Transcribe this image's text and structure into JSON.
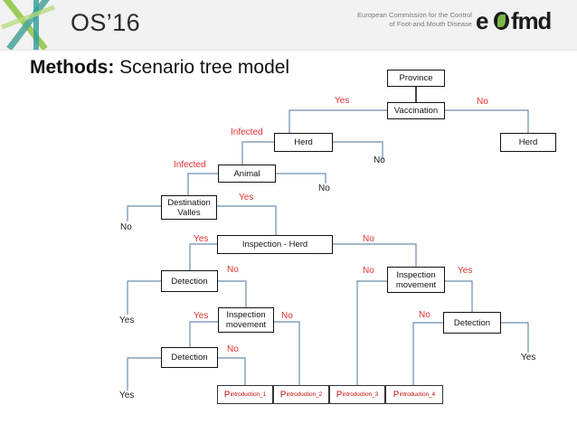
{
  "header": {
    "logo_mark_name": "os16-ribbon-logo",
    "conference_title": "OS’16",
    "org_line1": "European Commission for the Control",
    "org_line2": "of Foot-and.Mouth Disease",
    "brand_e": "e",
    "brand_fmd": "fmd",
    "brand_full": "eofmd",
    "band_color": "#f2f2f2",
    "leaf_color": "#7ab648"
  },
  "slide": {
    "title_bold": "Methods:",
    "title_rest": " Scenario tree model"
  },
  "diagram": {
    "line_color": "#6b8cae",
    "label_red": "#e03030",
    "label_dark": "#1a1a1a",
    "nodes": [
      {
        "id": "province",
        "label": "Province"
      },
      {
        "id": "vaccination",
        "label": "Vaccination"
      },
      {
        "id": "herd-right",
        "label": "Herd"
      },
      {
        "id": "herd-left",
        "label": "Herd"
      },
      {
        "id": "animal",
        "label": "Animal"
      },
      {
        "id": "destination",
        "label_line1": "Destination",
        "label_line2": "Valles"
      },
      {
        "id": "inspection-herd",
        "label": "Inspection - Herd"
      },
      {
        "id": "detection-1",
        "label": "Detection"
      },
      {
        "id": "inspection-move-left",
        "label_line1": "Inspection",
        "label_line2": "movement"
      },
      {
        "id": "detection-2",
        "label": "Detection"
      },
      {
        "id": "inspection-move-right",
        "label_line1": "Inspection",
        "label_line2": "movement"
      },
      {
        "id": "detection-3",
        "label": "Detection"
      }
    ],
    "outcomes": [
      {
        "id": "p1",
        "base": "P",
        "sub": "introduction_1"
      },
      {
        "id": "p2",
        "base": "P",
        "sub": "introduction_2"
      },
      {
        "id": "p3",
        "base": "P",
        "sub": "introduction_3"
      },
      {
        "id": "p4",
        "base": "P",
        "sub": "introduction_4"
      }
    ],
    "edge_labels": [
      {
        "id": "vac-yes",
        "text": "Yes",
        "color": "red"
      },
      {
        "id": "vac-no",
        "text": "No",
        "color": "red"
      },
      {
        "id": "herd-infected",
        "text": "Infected",
        "color": "red"
      },
      {
        "id": "herd-no",
        "text": "No",
        "color": "dark"
      },
      {
        "id": "animal-infected",
        "text": "Infected",
        "color": "red"
      },
      {
        "id": "animal-no",
        "text": "No",
        "color": "dark"
      },
      {
        "id": "dest-no",
        "text": "No",
        "color": "dark"
      },
      {
        "id": "dest-yes",
        "text": "Yes",
        "color": "red"
      },
      {
        "id": "insp-herd-yes",
        "text": "Yes",
        "color": "red"
      },
      {
        "id": "insp-herd-no",
        "text": "No",
        "color": "red"
      },
      {
        "id": "det1-no",
        "text": "No",
        "color": "red"
      },
      {
        "id": "det1-yes",
        "text": "Yes",
        "color": "dark"
      },
      {
        "id": "insp-move-l-yes",
        "text": "Yes",
        "color": "red"
      },
      {
        "id": "insp-move-l-no",
        "text": "No",
        "color": "red"
      },
      {
        "id": "det2-no",
        "text": "No",
        "color": "red"
      },
      {
        "id": "det2-yes",
        "text": "Yes",
        "color": "dark"
      },
      {
        "id": "insp-move-r-no",
        "text": "No",
        "color": "red"
      },
      {
        "id": "insp-move-r-yes",
        "text": "Yes",
        "color": "red"
      },
      {
        "id": "det3-no",
        "text": "No",
        "color": "red"
      },
      {
        "id": "det3-yes",
        "text": "Yes",
        "color": "dark"
      }
    ]
  }
}
